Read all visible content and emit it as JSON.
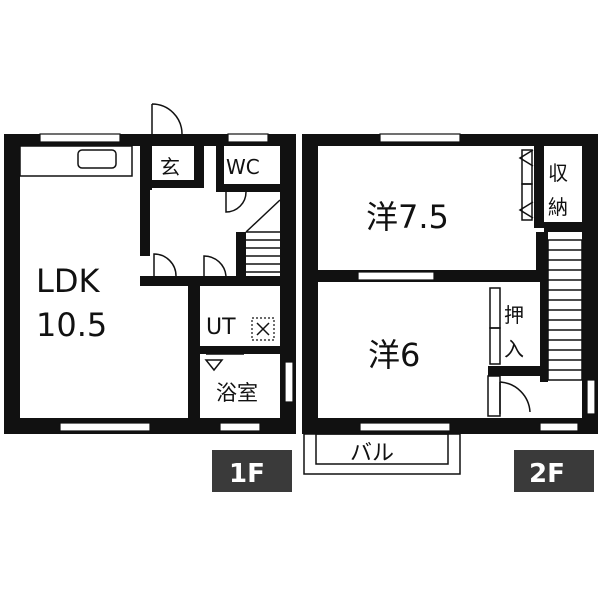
{
  "floors": {
    "first": {
      "badge": "1F",
      "rooms": {
        "ldk_line1": "LDK",
        "ldk_line2": "10.5",
        "entrance": "玄",
        "wc": "WC",
        "utility": "UT",
        "bath": "浴室"
      }
    },
    "second": {
      "badge": "2F",
      "rooms": {
        "western_large": "洋7.5",
        "western_small": "洋6",
        "storage_line1": "収",
        "storage_line2": "納",
        "closet_line1": "押",
        "closet_line2": "入",
        "balcony": "バル"
      }
    }
  }
}
